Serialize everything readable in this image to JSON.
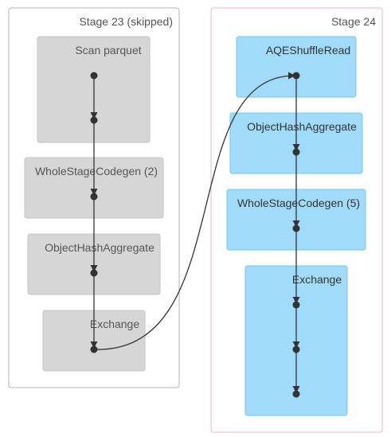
{
  "colors": {
    "stage_skipped_border": "#b5b5b5",
    "stage_active_border": "#f0b4c4",
    "node_skipped_fill": "#d6d6d6",
    "node_skipped_border": "#c4c4c4",
    "node_skipped_text": "#555555",
    "node_active_fill": "#a0dcfa",
    "node_active_border": "#74c6ee",
    "node_active_text": "#333333",
    "stage_text": "#555555",
    "edge": "#333333"
  },
  "stages": [
    {
      "id": "stage-23",
      "label": "Stage 23 (skipped)",
      "skipped": true,
      "nodes": [
        {
          "id": "scan-parquet",
          "label": "Scan parquet"
        },
        {
          "id": "wholestagecodegen-2",
          "label": "WholeStageCodegen (2)"
        },
        {
          "id": "objecthashaggregate-s23",
          "label": "ObjectHashAggregate"
        },
        {
          "id": "exchange-s23",
          "label": "Exchange"
        }
      ]
    },
    {
      "id": "stage-24",
      "label": "Stage 24",
      "skipped": false,
      "nodes": [
        {
          "id": "aqeshuffleread",
          "label": "AQEShuffleRead"
        },
        {
          "id": "objecthashaggregate-s24",
          "label": "ObjectHashAggregate"
        },
        {
          "id": "wholestagecodegen-5",
          "label": "WholeStageCodegen (5)"
        },
        {
          "id": "exchange-s24",
          "label": "Exchange"
        }
      ]
    }
  ]
}
